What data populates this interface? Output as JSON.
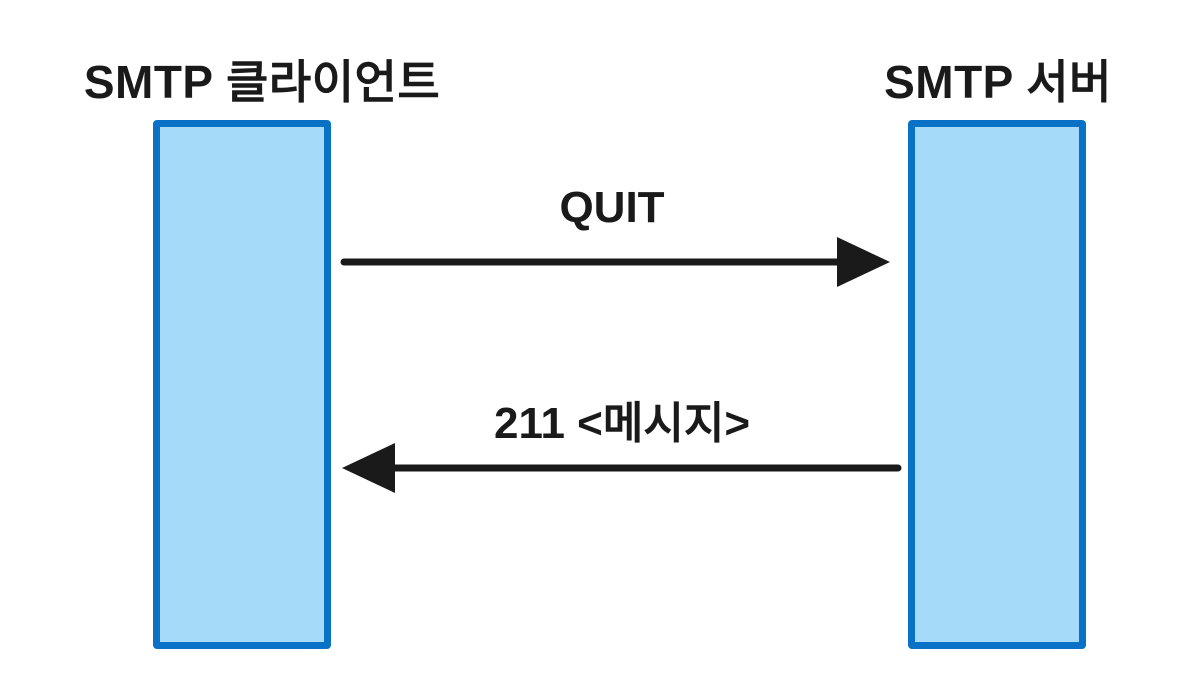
{
  "diagram": {
    "type": "sequence",
    "client": {
      "title": "SMTP 클라이언트"
    },
    "server": {
      "title": "SMTP 서버"
    },
    "messages": [
      {
        "label": "QUIT",
        "from": "client",
        "to": "server",
        "direction": "right"
      },
      {
        "label": "211 <메시지>",
        "from": "server",
        "to": "client",
        "direction": "left"
      }
    ],
    "colors": {
      "box_fill": "#a6daf9",
      "box_border": "#0a72c6",
      "arrow": "#1a1a1a",
      "text": "#1a1a1a",
      "background": "#ffffff"
    }
  }
}
